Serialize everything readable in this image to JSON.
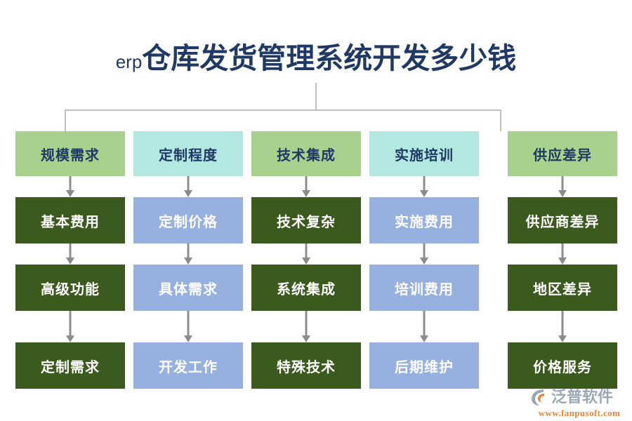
{
  "title": {
    "latin_prefix": "erp",
    "main": "仓库发货管理系统开发多少钱",
    "color": "#1f3864"
  },
  "colors": {
    "header_green": "#a9d18e",
    "header_cyan": "#b3e8e0",
    "cell_dark_green": "#3a5a1e",
    "cell_blue": "#96b0e0",
    "connector_gray": "#bfbfbf",
    "arrow_gray": "#8c8c8c",
    "logo_text": "#9aa8b5",
    "logo_url": "#e8833a"
  },
  "columns": [
    {
      "header": "规模需求",
      "header_style": "green",
      "cell_style": "darkgreen",
      "cells": [
        "基本费用",
        "高级功能",
        "定制需求"
      ]
    },
    {
      "header": "定制程度",
      "header_style": "cyan",
      "cell_style": "blue",
      "cells": [
        "定制价格",
        "具体需求",
        "开发工作"
      ]
    },
    {
      "header": "技术集成",
      "header_style": "green",
      "cell_style": "darkgreen",
      "cells": [
        "技术复杂",
        "系统集成",
        "特殊技术"
      ]
    },
    {
      "header": "实施培训",
      "header_style": "cyan",
      "cell_style": "blue",
      "cells": [
        "实施费用",
        "培训费用",
        "后期维护"
      ]
    },
    {
      "header": "供应差异",
      "header_style": "green",
      "cell_style": "darkgreen",
      "cells": [
        "供应商差异",
        "地区差异",
        "价格服务"
      ]
    }
  ],
  "logo": {
    "name": "泛普软件",
    "url": "www.fanpusoft.com"
  }
}
